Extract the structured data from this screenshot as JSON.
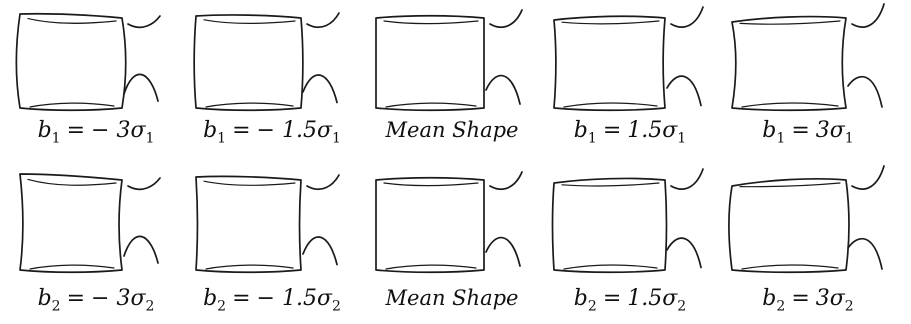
{
  "rows": [
    {
      "mode_label": "b1",
      "cells": [
        {
          "type": "param",
          "var": "b",
          "var_sub": "1",
          "op": "=",
          "coef": "− 3",
          "sigma": "σ",
          "sigma_sub": "1"
        },
        {
          "type": "param",
          "var": "b",
          "var_sub": "1",
          "op": "=",
          "coef": "− 1.5",
          "sigma": "σ",
          "sigma_sub": "1"
        },
        {
          "type": "mean",
          "text": "Mean Shape"
        },
        {
          "type": "param",
          "var": "b",
          "var_sub": "1",
          "op": "=",
          "coef": "1.5",
          "sigma": "σ",
          "sigma_sub": "1"
        },
        {
          "type": "param",
          "var": "b",
          "var_sub": "1",
          "op": "=",
          "coef": "3",
          "sigma": "σ",
          "sigma_sub": "1"
        }
      ]
    },
    {
      "mode_label": "b2",
      "cells": [
        {
          "type": "param",
          "var": "b",
          "var_sub": "2",
          "op": "=",
          "coef": "− 3",
          "sigma": "σ",
          "sigma_sub": "2"
        },
        {
          "type": "param",
          "var": "b",
          "var_sub": "2",
          "op": "=",
          "coef": "− 1.5",
          "sigma": "σ",
          "sigma_sub": "2"
        },
        {
          "type": "mean",
          "text": "Mean Shape"
        },
        {
          "type": "param",
          "var": "b",
          "var_sub": "2",
          "op": "=",
          "coef": "1.5",
          "sigma": "σ",
          "sigma_sub": "2"
        },
        {
          "type": "param",
          "var": "b",
          "var_sub": "2",
          "op": "=",
          "coef": "3",
          "sigma": "σ",
          "sigma_sub": "2"
        }
      ]
    }
  ],
  "colors": {
    "stroke": "#1a1a1a",
    "background": "#ffffff"
  }
}
